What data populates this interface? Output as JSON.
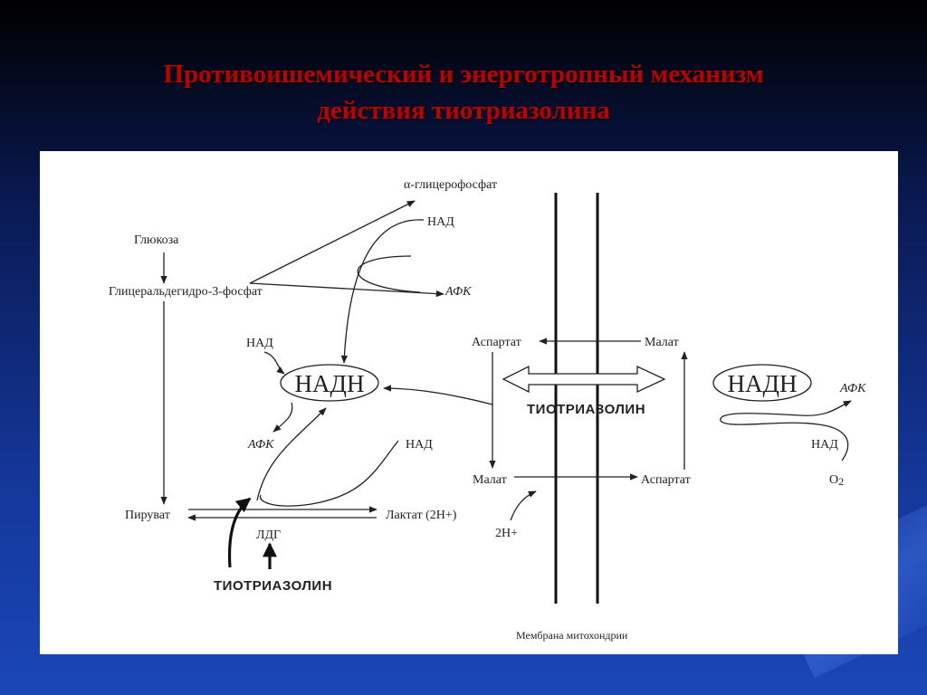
{
  "slide": {
    "title_line1": "Противоишемический  и энерготропный механизм",
    "title_line2": "действия тиотриазолина"
  },
  "diagram": {
    "glycerophosphate": "α-глицерофосфат",
    "nad_top": "НАД",
    "glucose": "Глюкоза",
    "g3p": "Глицеральдегидро-3-фосфат",
    "afk_top": "АФК",
    "nad_left": "НАД",
    "nadh_left": "НАДН",
    "afk_left": "АФК",
    "nad_mid": "НАД",
    "pyruvate": "Пируват",
    "lactate": "Лактат (2Н+)",
    "ldh": "ЛДГ",
    "thiotriazoline_bottom": "ТИОТРИАЗОЛИН",
    "aspartate_top": "Аспартат",
    "malate_top": "Малат",
    "thiotriazoline_center": "ТИОТРИАЗОЛИН",
    "malate_bottom": "Малат",
    "aspartate_bottom": "Аспартат",
    "proton": "2Н+",
    "nadh_right": "НАДН",
    "afk_right": "АФК",
    "nad_right": "НАД",
    "o2": "О",
    "o2_sub": "2",
    "membrane": "Мембрана митохондрии"
  }
}
